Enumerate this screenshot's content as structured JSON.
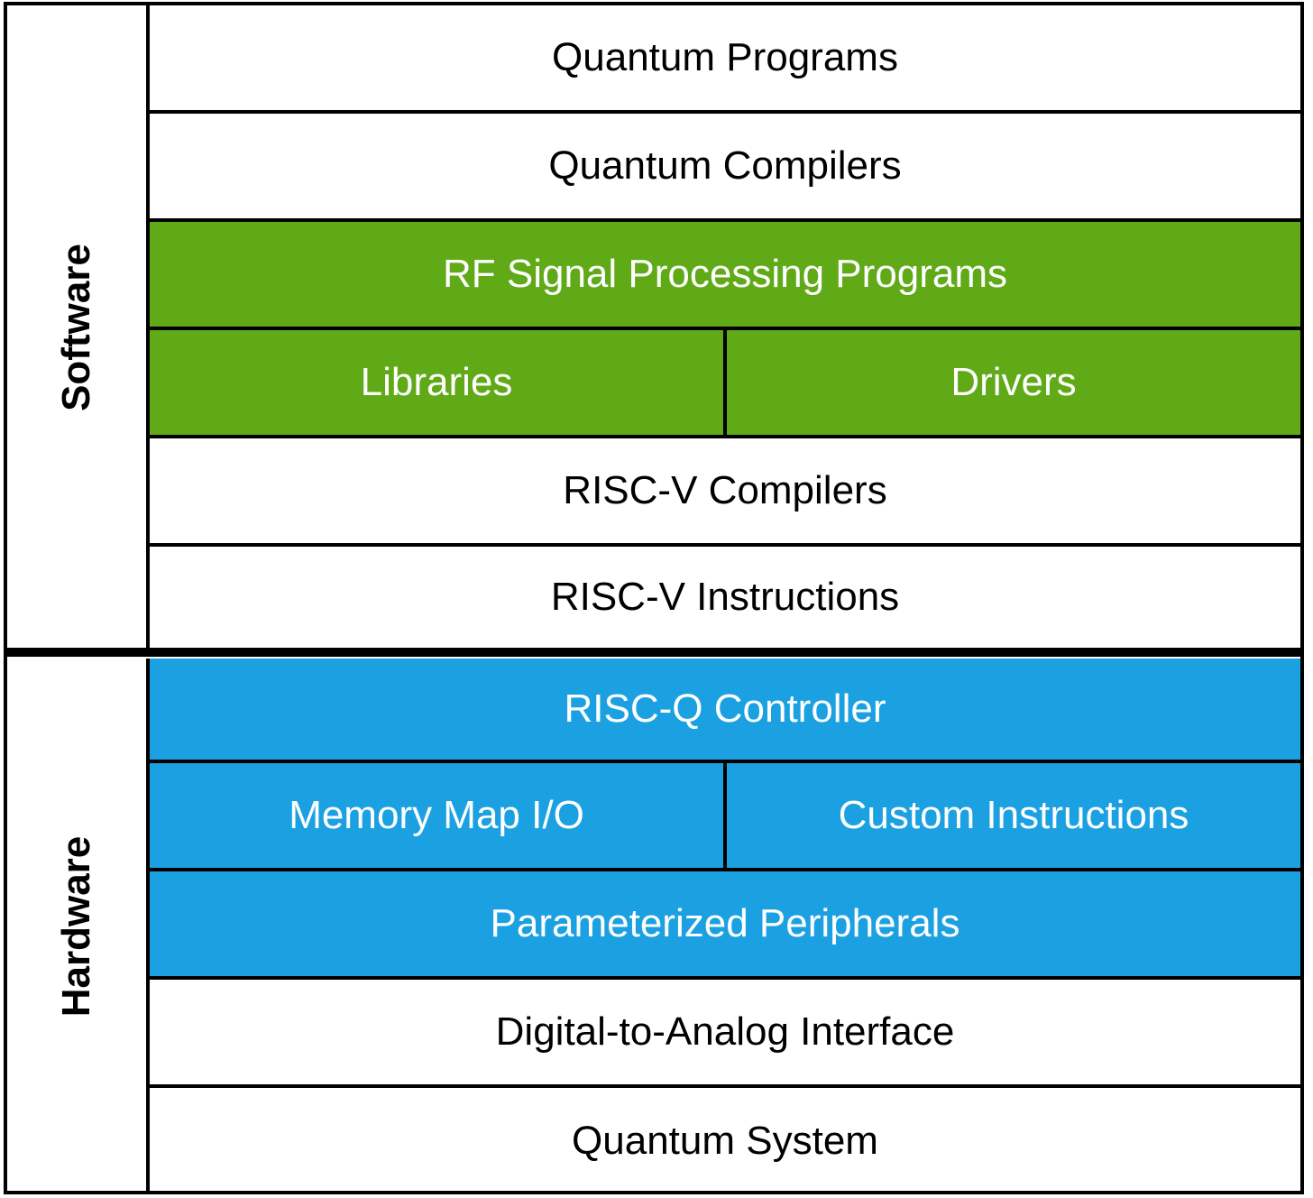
{
  "colors": {
    "green": "#60a917",
    "blue": "#1ba1e2",
    "border": "#000000",
    "white": "#ffffff"
  },
  "software": {
    "label": "Software",
    "layers": [
      {
        "cells": [
          "Quantum Programs"
        ],
        "fill": "white"
      },
      {
        "cells": [
          "Quantum Compilers"
        ],
        "fill": "white"
      },
      {
        "cells": [
          "RF Signal Processing Programs"
        ],
        "fill": "green"
      },
      {
        "cells": [
          "Libraries",
          "Drivers"
        ],
        "fill": "green"
      },
      {
        "cells": [
          "RISC-V Compilers"
        ],
        "fill": "white"
      },
      {
        "cells": [
          "RISC-V Instructions"
        ],
        "fill": "white"
      }
    ]
  },
  "hardware": {
    "label": "Hardware",
    "layers": [
      {
        "cells": [
          "RISC-Q Controller"
        ],
        "fill": "blue"
      },
      {
        "cells": [
          "Memory Map I/O",
          "Custom Instructions"
        ],
        "fill": "blue"
      },
      {
        "cells": [
          "Parameterized Peripherals"
        ],
        "fill": "blue"
      },
      {
        "cells": [
          "Digital-to-Analog Interface"
        ],
        "fill": "white"
      },
      {
        "cells": [
          "Quantum System"
        ],
        "fill": "white"
      }
    ]
  }
}
